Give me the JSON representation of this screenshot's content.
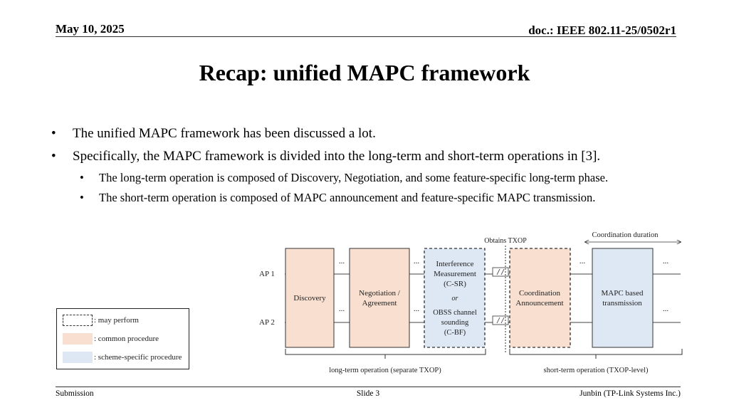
{
  "header": {
    "date": "May 10, 2025",
    "doc": "doc.: IEEE 802.11-25/0502r1"
  },
  "title": "Recap: unified MAPC framework",
  "bullets": [
    {
      "text": "The unified MAPC framework has been discussed a lot."
    },
    {
      "text": "Specifically, the MAPC framework is divided into the long-term and short-term operations in [3].",
      "sub": [
        "The long-term operation is composed of Discovery, Negotiation, and some feature-specific long-term phase.",
        "The short-term operation is composed of MAPC announcement and feature-specific MAPC transmission."
      ]
    }
  ],
  "legend": {
    "may_perform": ": may perform",
    "common": ": common procedure",
    "scheme_specific": ": scheme-specific procedure"
  },
  "diagram": {
    "ap1": "AP 1",
    "ap2": "AP 2",
    "discovery": "Discovery",
    "negotiation": [
      "Negotiation /",
      "Agreement"
    ],
    "interference": [
      "Interference",
      "Measurement",
      "(C-SR)",
      "or",
      "OBSS channel",
      "sounding",
      "(C-BF)"
    ],
    "coord_announcement": [
      "Coordination",
      "Announcement"
    ],
    "mapc_tx": [
      "MAPC based",
      "transmission"
    ],
    "obtains_txop": "Obtains TXOP",
    "coord_duration": "Coordination duration",
    "long_term": "long-term operation (separate TXOP)",
    "short_term": "short-term operation (TXOP-level)",
    "ellipsis": "..."
  },
  "colors": {
    "common": "#f8dfcf",
    "scheme": "#dde8f4",
    "border": "#333333"
  },
  "footer": {
    "left": "Submission",
    "center": "Slide 3",
    "right": "Junbin (TP-Link Systems Inc.)"
  }
}
